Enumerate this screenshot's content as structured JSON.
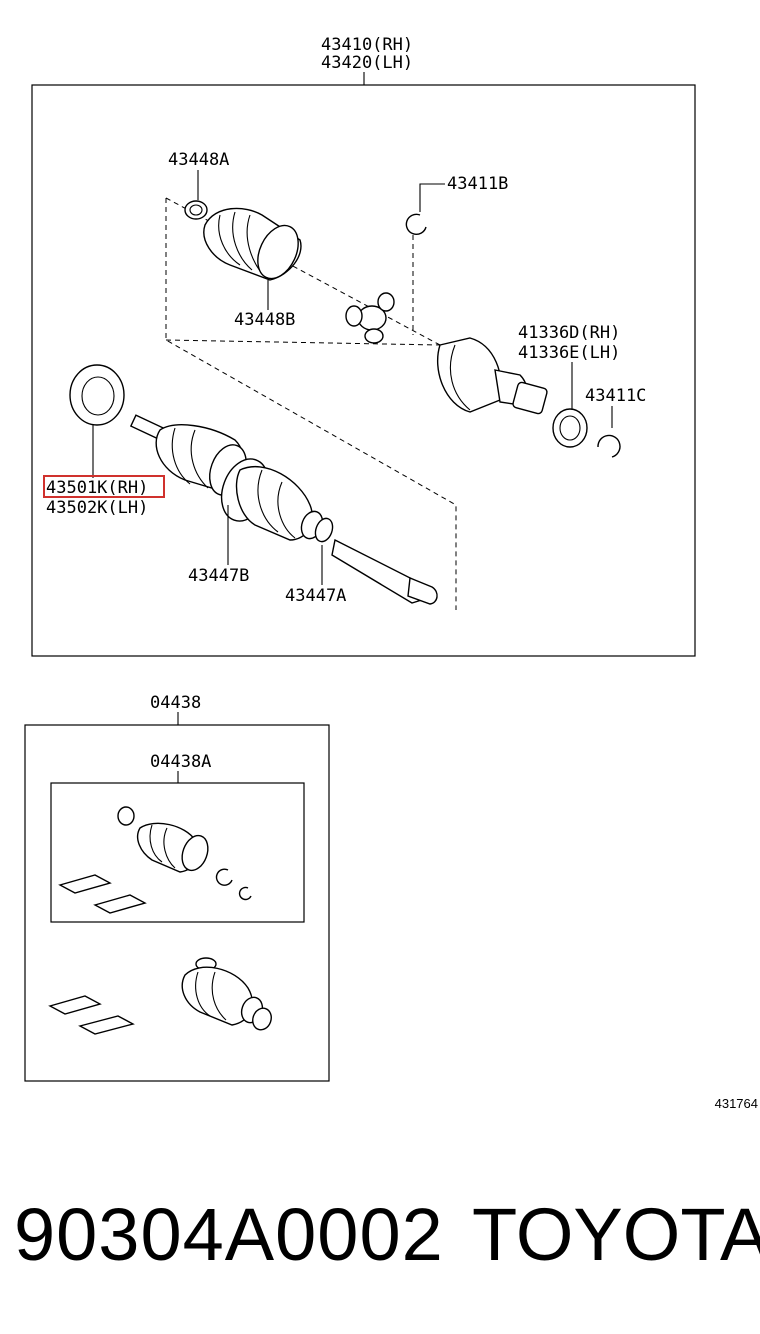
{
  "labels": {
    "a43410": "43410(RH)",
    "a43420": "43420(LH)",
    "a43448A": "43448A",
    "a43411B": "43411B",
    "a43448B": "43448B",
    "a41336D": "41336D(RH)",
    "a41336E": "41336E(LH)",
    "a43411C": "43411C",
    "a43501K": "43501K(RH)",
    "a43502K": "43502K(LH)",
    "a43447B": "43447B",
    "a43447A": "43447A",
    "a04438": "04438",
    "a04438A": "04438A"
  },
  "reference_code": "431764",
  "part_number": "90304A0002",
  "brand": "TOYOTA",
  "highlight_color": "#d0312d"
}
